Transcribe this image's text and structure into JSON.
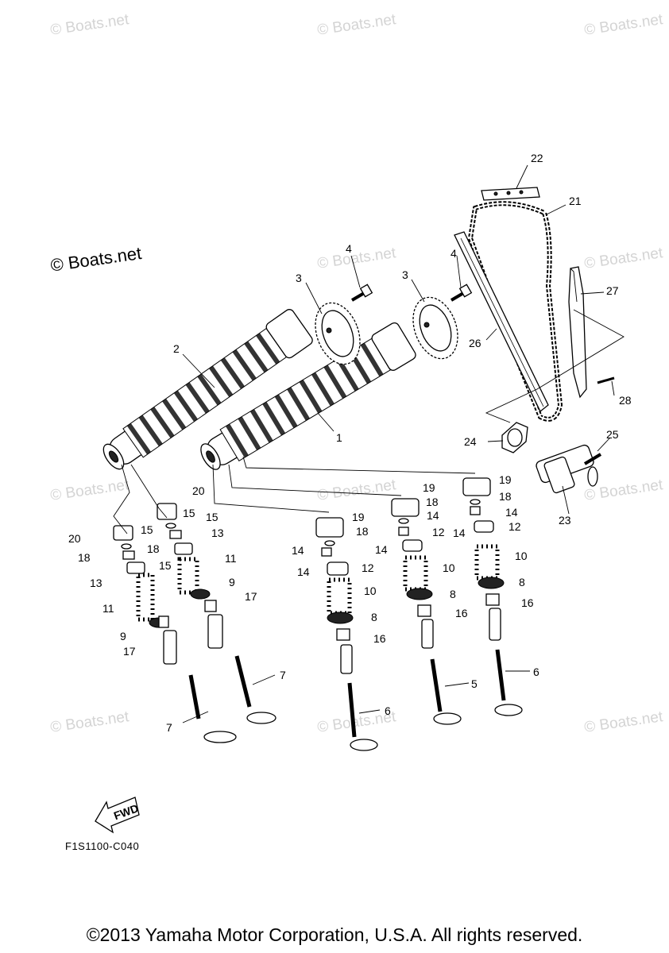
{
  "watermark": "© Boats.net",
  "diagram_code": "F1S1100-C040",
  "fwd_label": "FWD",
  "copyright": "©2013 Yamaha Motor Corporation, U.S.A. All rights reserved.",
  "callouts": {
    "c1": "1",
    "c2": "2",
    "c3a": "3",
    "c3b": "3",
    "c4a": "4",
    "c4b": "4",
    "c5": "5",
    "c6a": "6",
    "c6b": "6",
    "c7a": "7",
    "c7b": "7",
    "c8a": "8",
    "c8b": "8",
    "c8c": "8",
    "c9a": "9",
    "c9b": "9",
    "c10a": "10",
    "c10b": "10",
    "c10c": "10",
    "c11a": "11",
    "c11b": "11",
    "c12a": "12",
    "c12b": "12",
    "c12c": "12",
    "c13a": "13",
    "c13b": "13",
    "c14a": "14",
    "c14b": "14",
    "c14c": "14",
    "c14d": "14",
    "c14e": "14",
    "c14f": "14",
    "c15a": "15",
    "c15b": "15",
    "c15c": "15",
    "c15d": "15",
    "c16a": "16",
    "c16b": "16",
    "c16c": "16",
    "c17a": "17",
    "c17b": "17",
    "c18a": "18",
    "c18b": "18",
    "c18c": "18",
    "c18d": "18",
    "c18e": "18",
    "c19a": "19",
    "c19b": "19",
    "c19c": "19",
    "c20a": "20",
    "c20b": "20",
    "c21": "21",
    "c22": "22",
    "c23": "23",
    "c24": "24",
    "c25": "25",
    "c26": "26",
    "c27": "27",
    "c28": "28"
  }
}
